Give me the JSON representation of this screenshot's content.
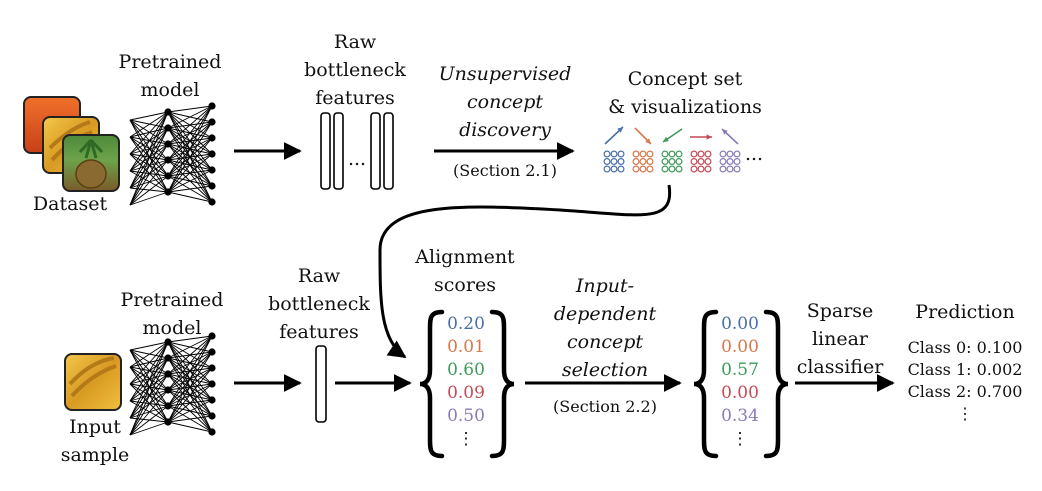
{
  "colors": {
    "blue": "#4a6fa5",
    "orange": "#d9764a",
    "green": "#3d9b5a",
    "red": "#c44a55",
    "purple": "#8a7bb5"
  },
  "top": {
    "pretrained_line1": "Pretrained",
    "pretrained_line2": "model",
    "dataset_label": "Dataset",
    "raw_line1": "Raw",
    "raw_line2": "bottleneck",
    "raw_line3": "features",
    "raw_ellipsis": "...",
    "discovery_line1": "Unsupervised",
    "discovery_line2": "concept",
    "discovery_line3": "discovery",
    "discovery_section": "(Section 2.1)",
    "concept_line1": "Concept set",
    "concept_line2": "& visualizations",
    "concept_ellipsis": "..."
  },
  "bottom": {
    "input_line1": "Input",
    "input_line2": "sample",
    "pretrained_line1": "Pretrained",
    "pretrained_line2": "model",
    "raw_line1": "Raw",
    "raw_line2": "bottleneck",
    "raw_line3": "features",
    "alignment_line1": "Alignment",
    "alignment_line2": "scores",
    "alignment_values": [
      "0.20",
      "0.01",
      "0.60",
      "0.09",
      "0.50",
      "⋮"
    ],
    "selection_line1": "Input-",
    "selection_line2": "dependent",
    "selection_line3": "concept",
    "selection_line4": "selection",
    "selection_section": "(Section 2.2)",
    "selected_values": [
      "0.00",
      "0.00",
      "0.57",
      "0.00",
      "0.34",
      "⋮"
    ],
    "classifier_line1": "Sparse",
    "classifier_line2": "linear",
    "classifier_line3": "classifier",
    "prediction_title": "Prediction",
    "prediction_lines": [
      "Class 0: 0.100",
      "Class 1: 0.002",
      "Class 2: 0.700",
      "⋮"
    ]
  },
  "icons": [
    "orange-fruit-image",
    "banana-image",
    "pineapple-image",
    "neural-network-icon",
    "concept-arrow-icon",
    "concept-circle-grid-icon"
  ]
}
